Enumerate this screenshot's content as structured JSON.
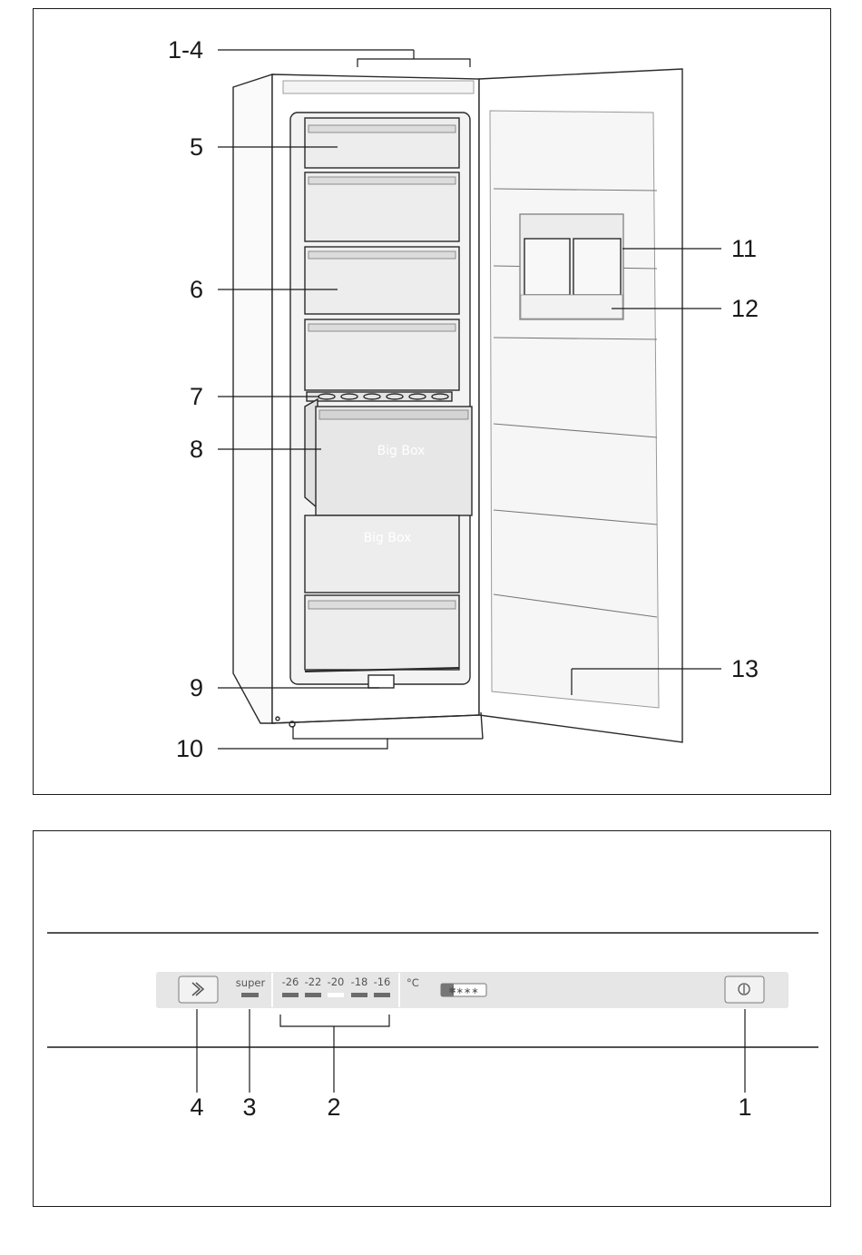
{
  "figure_top": {
    "callouts": {
      "c1_4": "1-4",
      "c5": "5",
      "c6": "6",
      "c7": "7",
      "c8": "8",
      "c9": "9",
      "c10": "10",
      "c11": "11",
      "c12": "12",
      "c13": "13"
    },
    "drawer_labels": {
      "big_box_1": "Big Box",
      "big_box_2": "Big Box"
    }
  },
  "figure_bottom": {
    "panel": {
      "super_label": "super",
      "temps": [
        "-26",
        "-22",
        "-20",
        "-18",
        "-16"
      ],
      "unit": "°C",
      "star_rating": "✱∗∗∗",
      "active_temp": "-20"
    },
    "callouts": {
      "c1": "1",
      "c2": "2",
      "c3": "3",
      "c4": "4"
    }
  },
  "colors": {
    "line": "#1a1a1a",
    "panel_bg": "#e6e6e6",
    "drawer_fill": "#ededed",
    "active_indicator": "#ffffff",
    "indicator": "#6b6b6b"
  }
}
